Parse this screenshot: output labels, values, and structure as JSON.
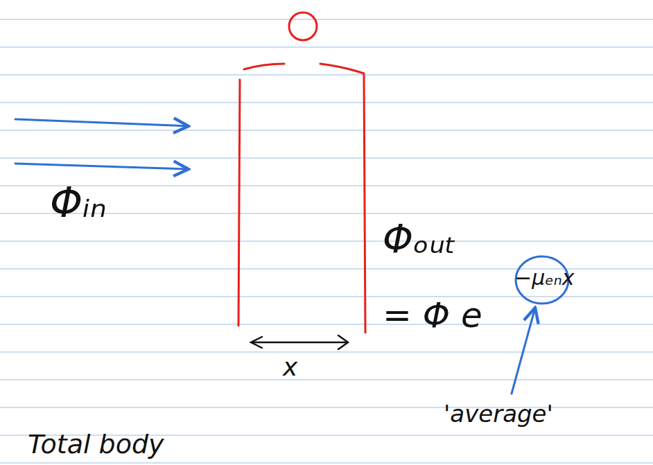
{
  "diagram": {
    "labels": [
      "Φᵢₙ",
      "x",
      "Φₒᵤₜ",
      "= Φ e",
      "−μₑₙx",
      "'average'",
      "Total body"
    ]
  }
}
